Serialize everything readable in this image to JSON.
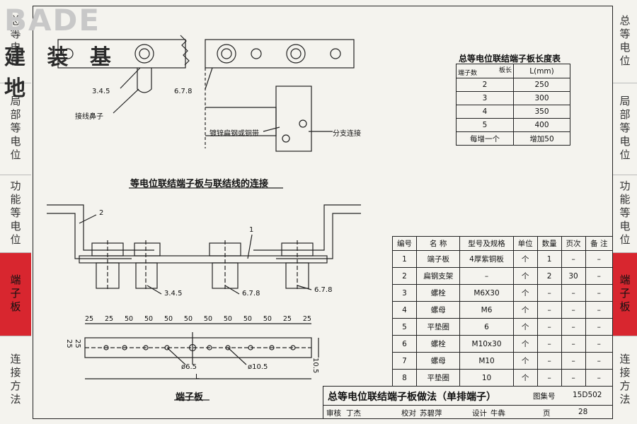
{
  "logo": {
    "brand": "BADE",
    "subtitle": "建 装 基 地"
  },
  "left_tabs": [
    "总等电位",
    "局部等电位",
    "功能等电位",
    "端子板",
    "连接方法"
  ],
  "right_tabs": [
    "总等电位",
    "局部等电位",
    "功能等电位",
    "端子板",
    "连接方法"
  ],
  "active_tab_index": 3,
  "accent_color": "#d8262f",
  "top_drawing": {
    "label_a": "3.4.5",
    "label_b": "6.7.8",
    "label_wire_lug": "接线鼻子",
    "label_strip": "镀锌扁钢或铜带",
    "label_branch": "分支连接",
    "caption": "等电位联结端子板与联结线的连接"
  },
  "length_table": {
    "title": "总等电位联结端子板长度表",
    "head_row_label": "端子数",
    "head_col_label": "板长",
    "head_unit": "L(mm)",
    "rows": [
      [
        "2",
        "250"
      ],
      [
        "3",
        "300"
      ],
      [
        "4",
        "350"
      ],
      [
        "5",
        "400"
      ],
      [
        "每增一个",
        "增加50"
      ]
    ]
  },
  "section_drawing": {
    "label_1": "1",
    "label_2": "2",
    "label_a": "3.4.5",
    "label_b": "6.7.8",
    "label_c": "6.7.8"
  },
  "plate_drawing": {
    "dims_top": [
      "25",
      "25",
      "50",
      "50",
      "50",
      "50",
      "50",
      "50",
      "50",
      "50",
      "25",
      "25"
    ],
    "dim_left_a": "25",
    "dim_left_b": "25",
    "dim_right": "10.5",
    "hole_small": "ø6.5",
    "hole_large": "ø10.5",
    "length": "L",
    "caption": "端子板"
  },
  "materials_table": {
    "headers": [
      "编号",
      "名 称",
      "型号及规格",
      "单位",
      "数量",
      "页次",
      "备 注"
    ],
    "rows": [
      [
        "1",
        "端子板",
        "4厚紫铜板",
        "个",
        "1",
        "–",
        "–"
      ],
      [
        "2",
        "扁钢支架",
        "–",
        "个",
        "2",
        "30",
        "–"
      ],
      [
        "3",
        "螺栓",
        "M6X30",
        "个",
        "–",
        "–",
        "–"
      ],
      [
        "4",
        "螺母",
        "M6",
        "个",
        "–",
        "–",
        "–"
      ],
      [
        "5",
        "平垫圈",
        "6",
        "个",
        "–",
        "–",
        "–"
      ],
      [
        "6",
        "螺栓",
        "M10x30",
        "个",
        "–",
        "–",
        "–"
      ],
      [
        "7",
        "螺母",
        "M10",
        "个",
        "–",
        "–",
        "–"
      ],
      [
        "8",
        "平垫圈",
        "10",
        "个",
        "–",
        "–",
        "–"
      ]
    ]
  },
  "title_block": {
    "title": "总等电位联结端子板做法（单排端子）",
    "atlas_label": "图集号",
    "atlas_no": "15D502",
    "review_label": "审核",
    "reviewer": "丁杰",
    "check_label": "校对",
    "checker": "苏碧萍",
    "design_label": "设计",
    "designer": "牛犇",
    "page_label": "页",
    "page_no": "28"
  }
}
